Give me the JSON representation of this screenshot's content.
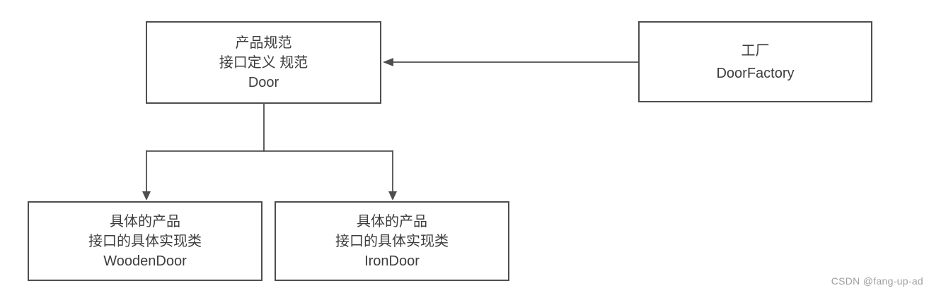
{
  "colors": {
    "background": "#ffffff",
    "line": "#4e4e4e",
    "text": "#3d3d3d",
    "watermark": "#9e9e9e"
  },
  "nodes": {
    "door": {
      "lines": [
        "产品规范",
        "接口定义 规范",
        "Door"
      ]
    },
    "door_factory": {
      "lines": [
        "工厂",
        "DoorFactory"
      ]
    },
    "wooden_door": {
      "lines": [
        "具体的产品",
        "接口的具体实现类",
        "WoodenDoor"
      ]
    },
    "iron_door": {
      "lines": [
        "具体的产品",
        "接口的具体实现类",
        "IronDoor"
      ]
    }
  },
  "watermark": "CSDN @fang-up-ad"
}
